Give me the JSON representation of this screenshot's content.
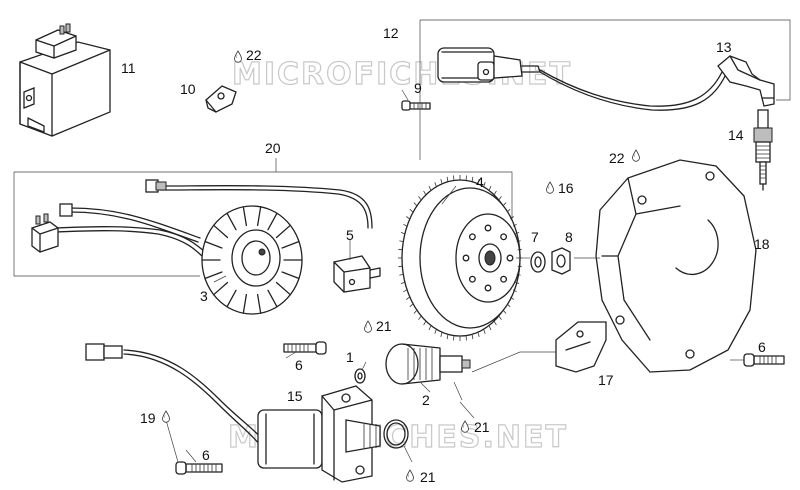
{
  "watermark": "MICROFICHES.NET",
  "callouts": [
    {
      "id": "c1",
      "text": "1"
    },
    {
      "id": "c2",
      "text": "2"
    },
    {
      "id": "c3",
      "text": "3"
    },
    {
      "id": "c4",
      "text": "4"
    },
    {
      "id": "c5",
      "text": "5"
    },
    {
      "id": "c6a",
      "text": "6"
    },
    {
      "id": "c6b",
      "text": "6"
    },
    {
      "id": "c6c",
      "text": "6"
    },
    {
      "id": "c7",
      "text": "7"
    },
    {
      "id": "c8",
      "text": "8"
    },
    {
      "id": "c9",
      "text": "9"
    },
    {
      "id": "c10",
      "text": "10"
    },
    {
      "id": "c11",
      "text": "11"
    },
    {
      "id": "c12",
      "text": "12"
    },
    {
      "id": "c13",
      "text": "13"
    },
    {
      "id": "c14",
      "text": "14"
    },
    {
      "id": "c15",
      "text": "15"
    },
    {
      "id": "c16",
      "text": "16"
    },
    {
      "id": "c17",
      "text": "17"
    },
    {
      "id": "c18",
      "text": "18"
    },
    {
      "id": "c19",
      "text": "19"
    },
    {
      "id": "c20",
      "text": "20"
    },
    {
      "id": "c21a",
      "text": "21"
    },
    {
      "id": "c21b",
      "text": "21"
    },
    {
      "id": "c21c",
      "text": "21"
    },
    {
      "id": "c22a",
      "text": "22"
    },
    {
      "id": "c22b",
      "text": "22"
    }
  ],
  "icons": {
    "drop": "lubricant-drop-icon"
  }
}
